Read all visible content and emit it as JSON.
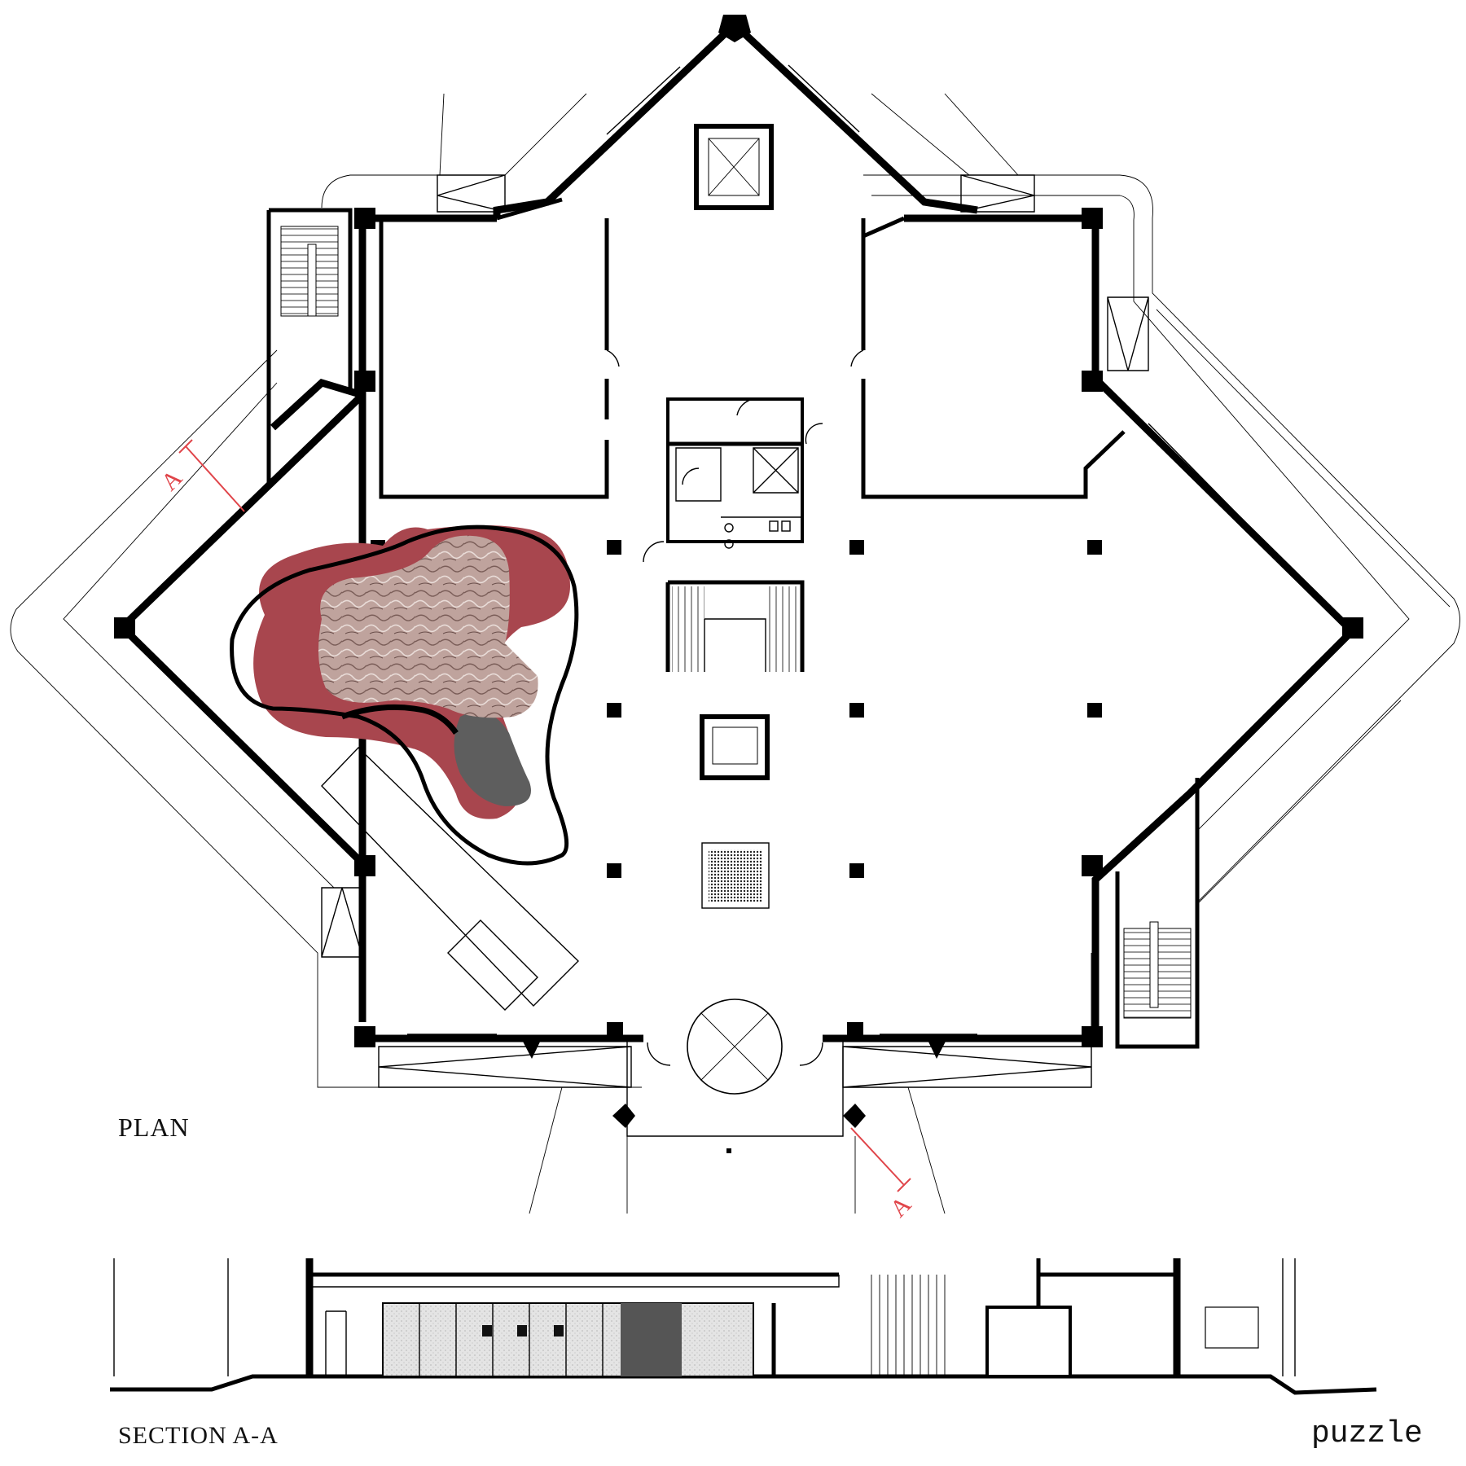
{
  "labels": {
    "plan": "PLAN",
    "section": "SECTION A-A",
    "brand": "puzzle",
    "cut_mark_top": "A",
    "cut_mark_bottom": "A"
  },
  "colors": {
    "blob_red": "#a8464e",
    "blob_texture": "#b89c96",
    "blob_grey": "#5e5e5e",
    "section_cut": "#e0454a"
  }
}
